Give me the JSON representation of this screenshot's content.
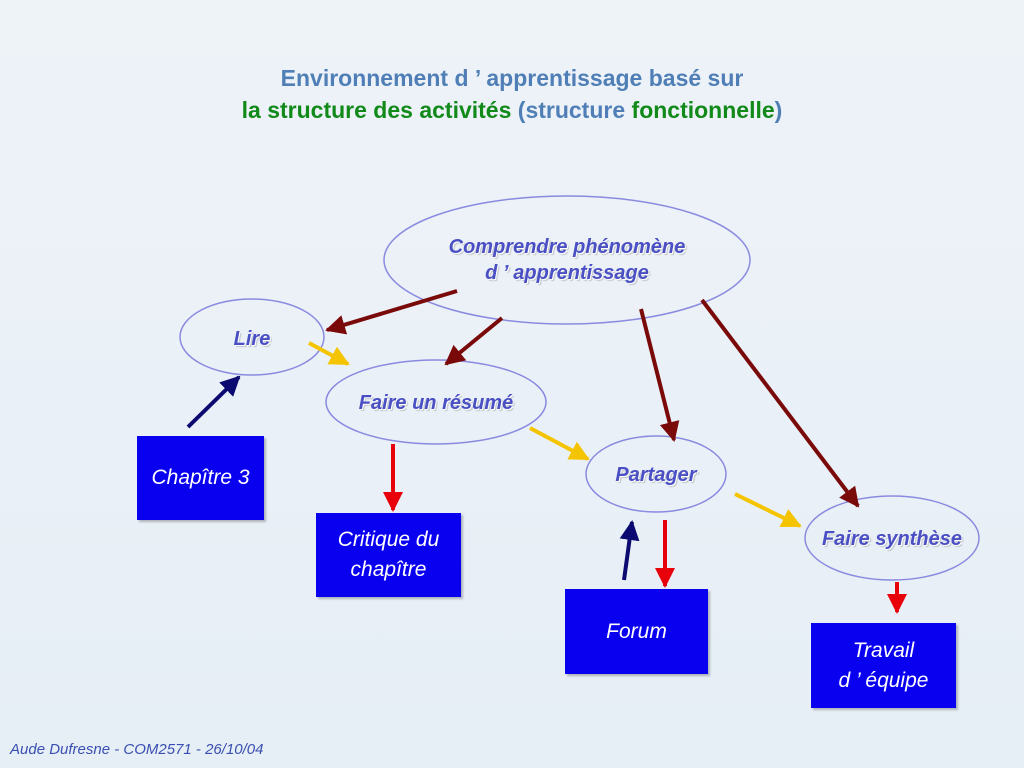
{
  "title": {
    "line1": "Environnement d ’ apprentissage basé sur",
    "line2_part1": "la structure des activités",
    "line2_part2": "(structure",
    "line2_part3": "fonctionnelle",
    "line2_part4": ")"
  },
  "nodes": {
    "comprendre_line1": "Comprendre phénomène",
    "comprendre_line2": "d ’ apprentissage",
    "lire": "Lire",
    "faire_resume": "Faire un résumé",
    "partager": "Partager",
    "faire_synthese": "Faire synthèse"
  },
  "boxes": {
    "chapitre": "Chapître 3",
    "critique_line1": "Critique du",
    "critique_line2": "chapître",
    "forum": "Forum",
    "travail_line1": "Travail",
    "travail_line2": "d ’ équipe"
  },
  "footer": "Aude Dufresne - COM2571 - 26/10/04",
  "colors": {
    "hierarchy_arrow": "#7a0a0a",
    "sequence_arrow": "#f5c400",
    "output_arrow": "#e8000a",
    "input_arrow": "#0a0a70",
    "box_fill": "#0a00f0",
    "ellipse_stroke": "#8a8ae0"
  }
}
